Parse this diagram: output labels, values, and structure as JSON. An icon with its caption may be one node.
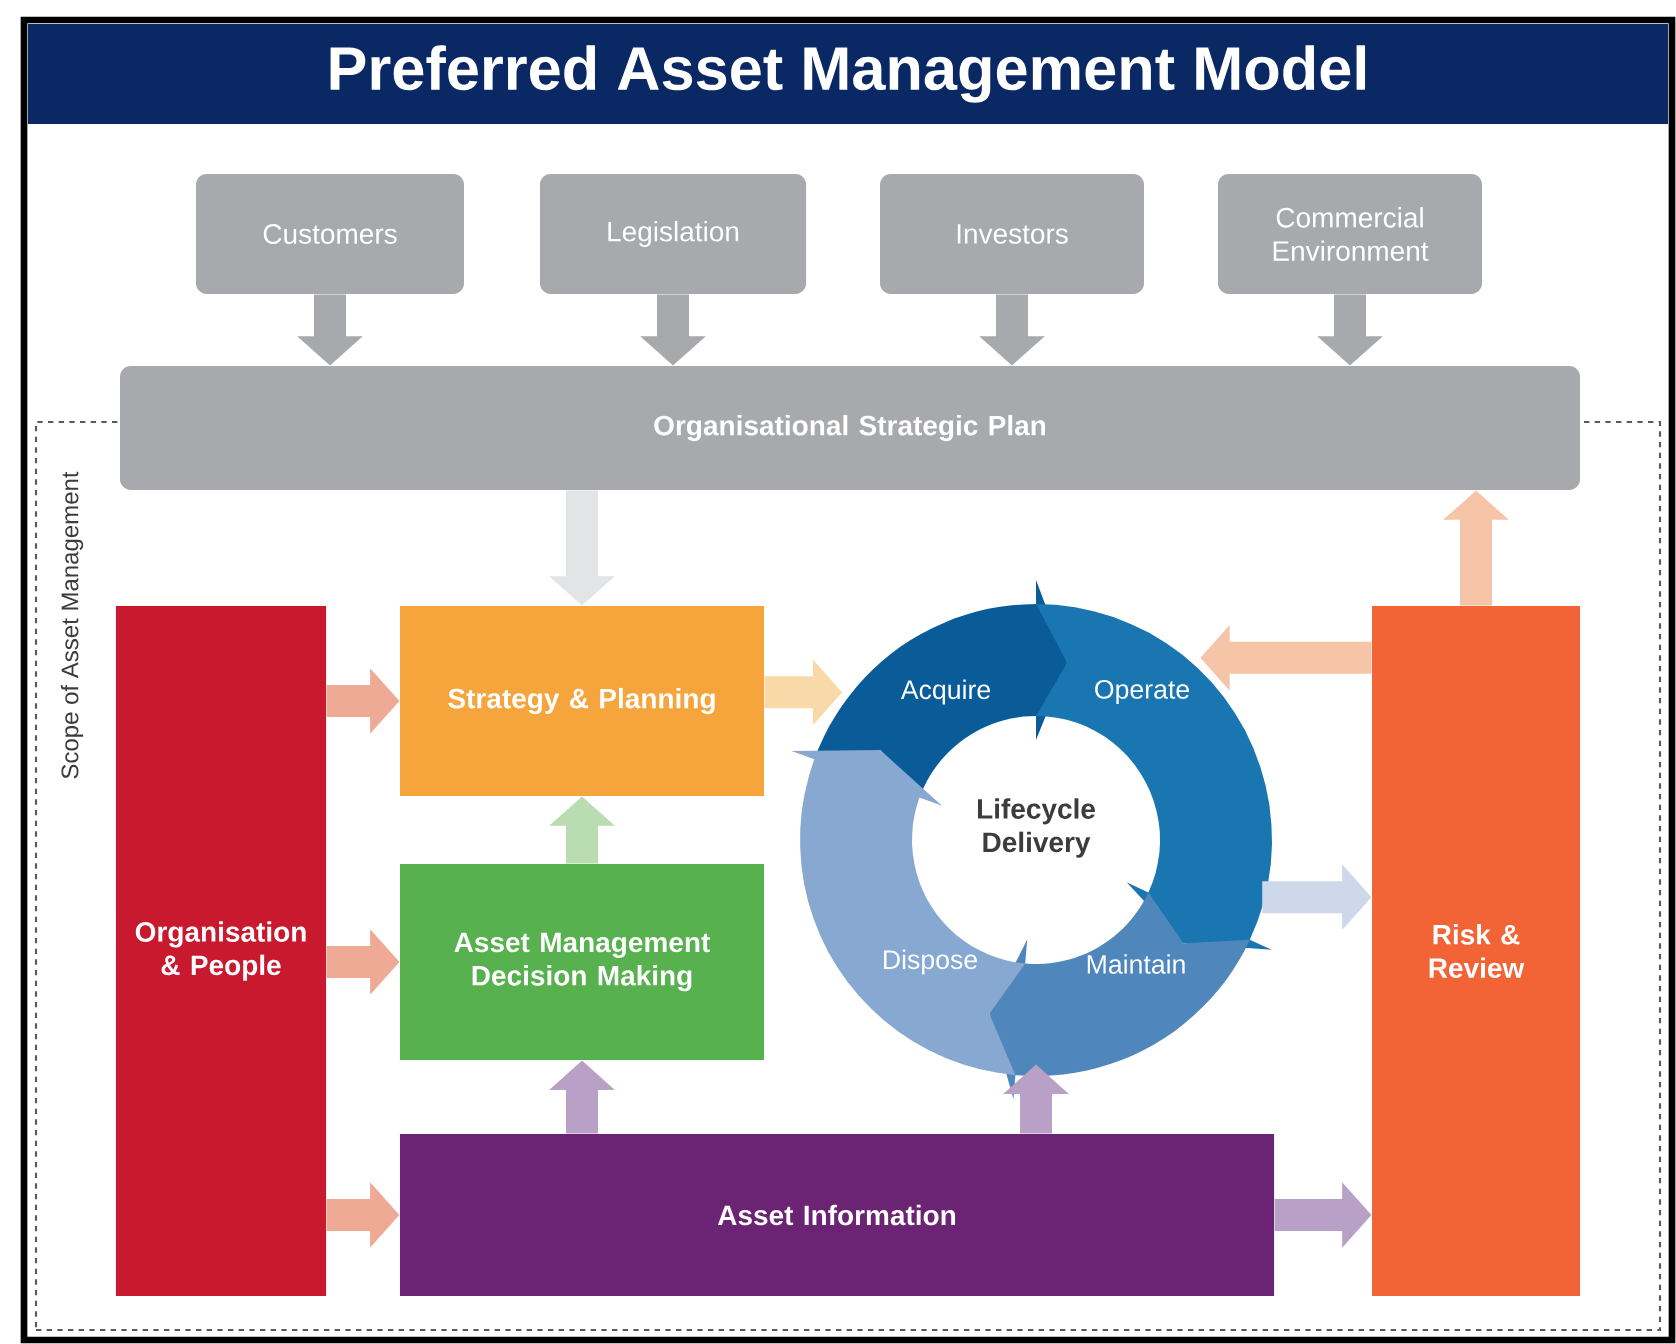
{
  "diagram": {
    "title": "Preferred Asset Management Model",
    "nodes": [
      {
        "text": [
          "Customers"
        ]
      },
      {
        "text": [
          "Legislation"
        ]
      },
      {
        "text": [
          "Investors"
        ]
      },
      {
        "text": [
          "Commercial Environment"
        ]
      },
      {
        "text": [
          "Organisational Strategic Plan"
        ]
      },
      {
        "text": [
          "Scope of Asset Management"
        ]
      },
      {
        "text": [
          "Organisation & People"
        ],
        "in": 5
      },
      {
        "text": [
          "Strategy & Planning"
        ],
        "in": 5
      },
      {
        "text": [
          "Asset Management Decision Making"
        ],
        "in": 5
      },
      {
        "text": [
          "Asset Information"
        ],
        "in": 5
      },
      {
        "text": [
          "Lifecycle Delivery",
          "Acquire",
          "Operate",
          "Maintain",
          "Dispose"
        ],
        "in": 5
      },
      {
        "text": [
          "Risk & Review"
        ],
        "in": 5
      }
    ],
    "edges": [
      {
        "from": 0,
        "to": 4,
        "arrow": "to",
        "color": "#a7a9ac"
      },
      {
        "from": 1,
        "to": 4,
        "arrow": "to",
        "color": "#a7a9ac"
      },
      {
        "from": 2,
        "to": 4,
        "arrow": "to",
        "color": "#a7a9ac"
      },
      {
        "from": 3,
        "to": 4,
        "arrow": "to",
        "color": "#a7a9ac"
      },
      {
        "from": 4,
        "to": 7,
        "arrow": "to",
        "color": "#e3e4e5"
      },
      {
        "from": 6,
        "to": 7,
        "arrow": "to",
        "color": "#eeaa94"
      },
      {
        "from": 6,
        "to": 8,
        "arrow": "to",
        "color": "#eeaa94"
      },
      {
        "from": 6,
        "to": 9,
        "arrow": "to",
        "color": "#eeaa94"
      },
      {
        "from": 8,
        "to": 7,
        "arrow": "to",
        "color": "#b9dcb0"
      },
      {
        "from": 9,
        "to": 8,
        "arrow": "to",
        "color": "#b9a0c6"
      },
      {
        "from": 7,
        "to": 10,
        "arrow": "to",
        "color": "#f9d9a8"
      },
      {
        "from": 9,
        "to": 10,
        "arrow": "to",
        "color": "#b9a0c6"
      },
      {
        "from": 10,
        "to": 11,
        "arrow": "to",
        "color": "#cdd8ea"
      },
      {
        "from": 9,
        "to": 11,
        "arrow": "to",
        "color": "#b9a0c6"
      },
      {
        "from": 11,
        "to": 10,
        "arrow": "to",
        "color": "#f6c4a6"
      },
      {
        "from": 11,
        "to": 4,
        "arrow": "to",
        "color": "#f6c4a6"
      }
    ]
  }
}
